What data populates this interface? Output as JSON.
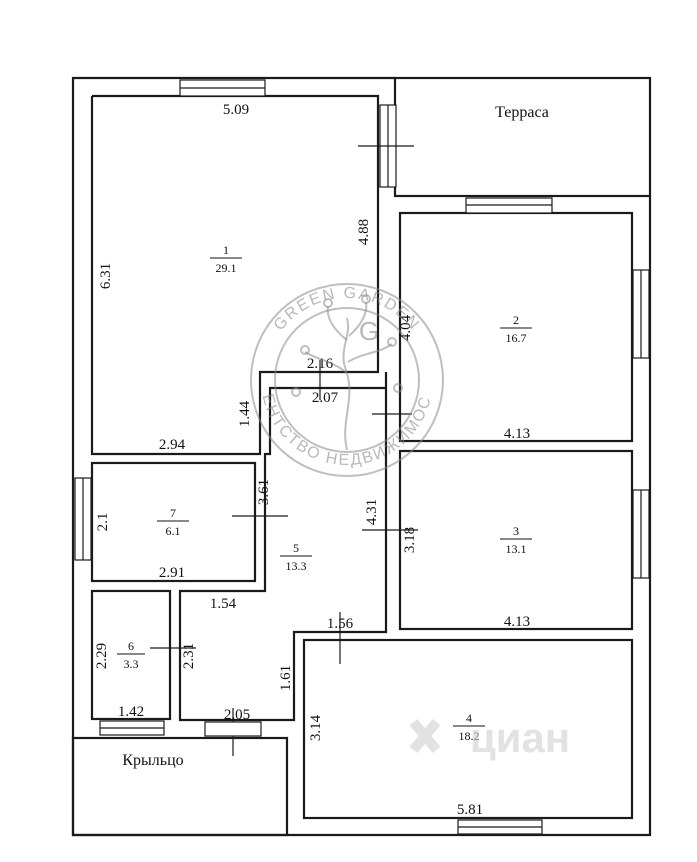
{
  "labels": {
    "terrace": "Терраса",
    "porch": "Крыльцо"
  },
  "rooms": [
    {
      "number": "1",
      "area": "29.1"
    },
    {
      "number": "2",
      "area": "16.7"
    },
    {
      "number": "3",
      "area": "13.1"
    },
    {
      "number": "4",
      "area": "18.2"
    },
    {
      "number": "5",
      "area": "13.3"
    },
    {
      "number": "6",
      "area": "3.3"
    },
    {
      "number": "7",
      "area": "6.1"
    }
  ],
  "dimensions": {
    "r1_top": "5.09",
    "r1_left": "6.31",
    "r1_right": "4.88",
    "r1_bottom": "2.94",
    "hall_top": "2.16",
    "hall_mid": "2.07",
    "hall_wall": "1.44",
    "r2_left": "4.04",
    "r2_bottom": "4.13",
    "r3_bottom": "4.13",
    "r3_left": "3.18",
    "corridor": "4.31",
    "r7_left": "2.1",
    "r7_right": "3.61",
    "r7_bottom": "2.91",
    "r5_step": "1.54",
    "r5_top_right": "1.56",
    "r5_right": "1.61",
    "r6_left": "2.29",
    "r6_right": "2.31",
    "r6_bottom": "1.42",
    "entry": "2.05",
    "r4_left": "3.14",
    "r4_bottom": "5.81"
  },
  "watermark": {
    "top_text": "GREEN GARDEN",
    "bottom_text": "АГЕНТСТВО НЕДВИЖИМОСТИ",
    "logo_letter": "G"
  },
  "cian_logo": "циан"
}
